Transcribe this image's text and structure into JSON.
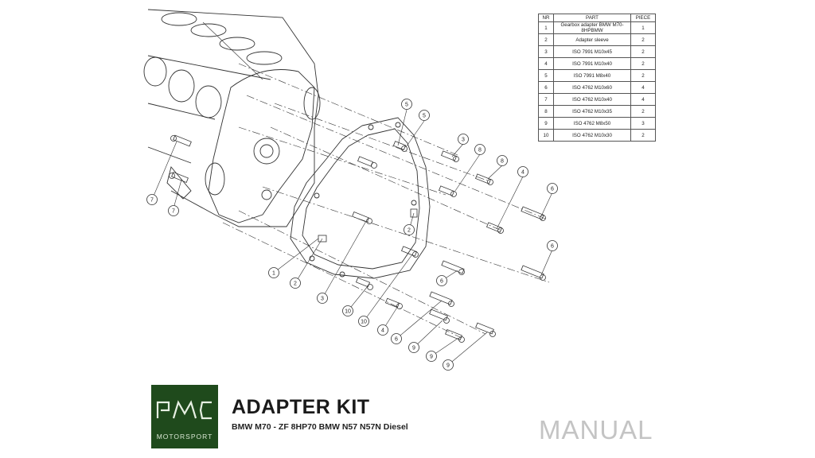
{
  "parts_table": {
    "headers": {
      "nr": "NR",
      "part": "PART",
      "piece": "PIECE"
    },
    "rows": [
      {
        "nr": "1",
        "part": "Gearbox adapter BMW M70-8HPBMW",
        "piece": "1"
      },
      {
        "nr": "2",
        "part": "Adapter sleeve",
        "piece": "2"
      },
      {
        "nr": "3",
        "part": "ISO 7991 M10x45",
        "piece": "2"
      },
      {
        "nr": "4",
        "part": "ISO 7991 M10x40",
        "piece": "2"
      },
      {
        "nr": "5",
        "part": "ISO 7991 M8x40",
        "piece": "2"
      },
      {
        "nr": "6",
        "part": "ISO 4762 M10x60",
        "piece": "4"
      },
      {
        "nr": "7",
        "part": "ISO 4762 M10x40",
        "piece": "4"
      },
      {
        "nr": "8",
        "part": "ISO 4762 M10x35",
        "piece": "2"
      },
      {
        "nr": "9",
        "part": "ISO 4762 M8x50",
        "piece": "3"
      },
      {
        "nr": "10",
        "part": "ISO 4762 M10x30",
        "piece": "2"
      }
    ]
  },
  "callouts": [
    "5",
    "5",
    "3",
    "8",
    "8",
    "4",
    "6",
    "6",
    "7",
    "7",
    "1",
    "2",
    "2",
    "3",
    "6",
    "10",
    "10",
    "4",
    "6",
    "9",
    "9",
    "9"
  ],
  "logo": {
    "subtitle": "MOTORSPORT",
    "color": "#1f4a1c"
  },
  "title": "ADAPTER KIT",
  "subtitle": "BMW M70 - ZF 8HP70 BMW N57 N57N Diesel",
  "manual_label": "MANUAL"
}
